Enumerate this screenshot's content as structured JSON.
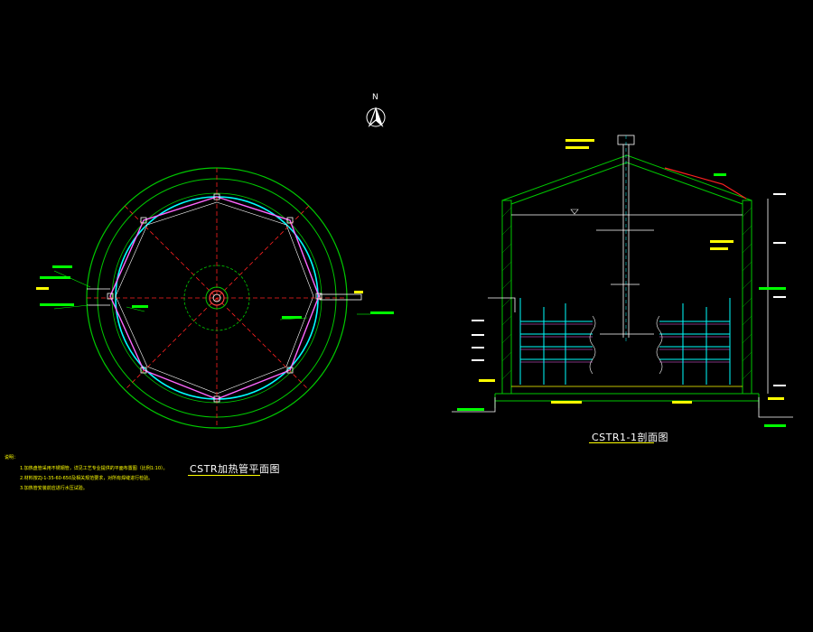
{
  "north": {
    "letter": "N",
    "icon": "north-arrow-icon"
  },
  "plan": {
    "title": "CSTR加热管平面图"
  },
  "section": {
    "title": "CSTR1-1剖面图"
  },
  "notes": {
    "head": "说明：",
    "lines": [
      "1.加热盘管采用不锈钢管，详见工艺专业提供的平面布置图（比例1:10）。",
      "2.材料按ZJ-1-35-60-650及相关规范要求，对所有焊缝进行检验。",
      "3.加热管安装前应进行水压试验。"
    ]
  },
  "colors": {
    "background": "#000000",
    "outer_ring": "#00c800",
    "inner_ring": "#00ffff",
    "octagon": "#ff66ff",
    "axes": "#ff2020",
    "wall": "#00c800",
    "text": "#ffffff",
    "annotation": "#ffff00"
  }
}
